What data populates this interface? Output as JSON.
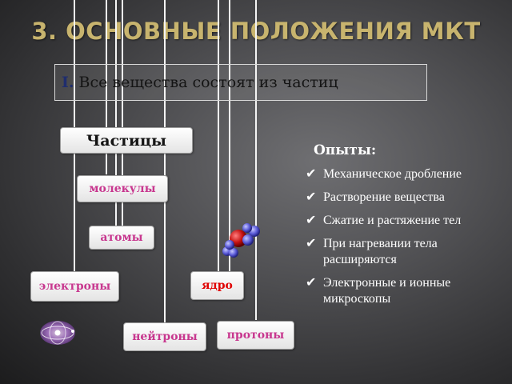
{
  "title": "3. ОСНОВНЫЕ ПОЛОЖЕНИЯ МКТ",
  "principle": {
    "number": "I.",
    "text": "Все вещества состоят из частиц"
  },
  "particles": {
    "heading": "Частицы",
    "molecules": "молекулы",
    "atoms": "атомы",
    "electrons": "электроны",
    "nucleus": "ядро",
    "neutrons": "нейтроны",
    "protons": "протоны"
  },
  "experiments": {
    "title": "Опыты:",
    "items": [
      "Механическое дробление",
      "Растворение вещества",
      "Сжатие и растяжение тел",
      "При нагревании тела расширяются",
      "Электронные и ионные микроскопы"
    ]
  },
  "colors": {
    "title": "#c8b46e",
    "box_text": "#c8378f",
    "nucleus_text": "#e00000",
    "roman_numeral": "#1f2d6e"
  }
}
